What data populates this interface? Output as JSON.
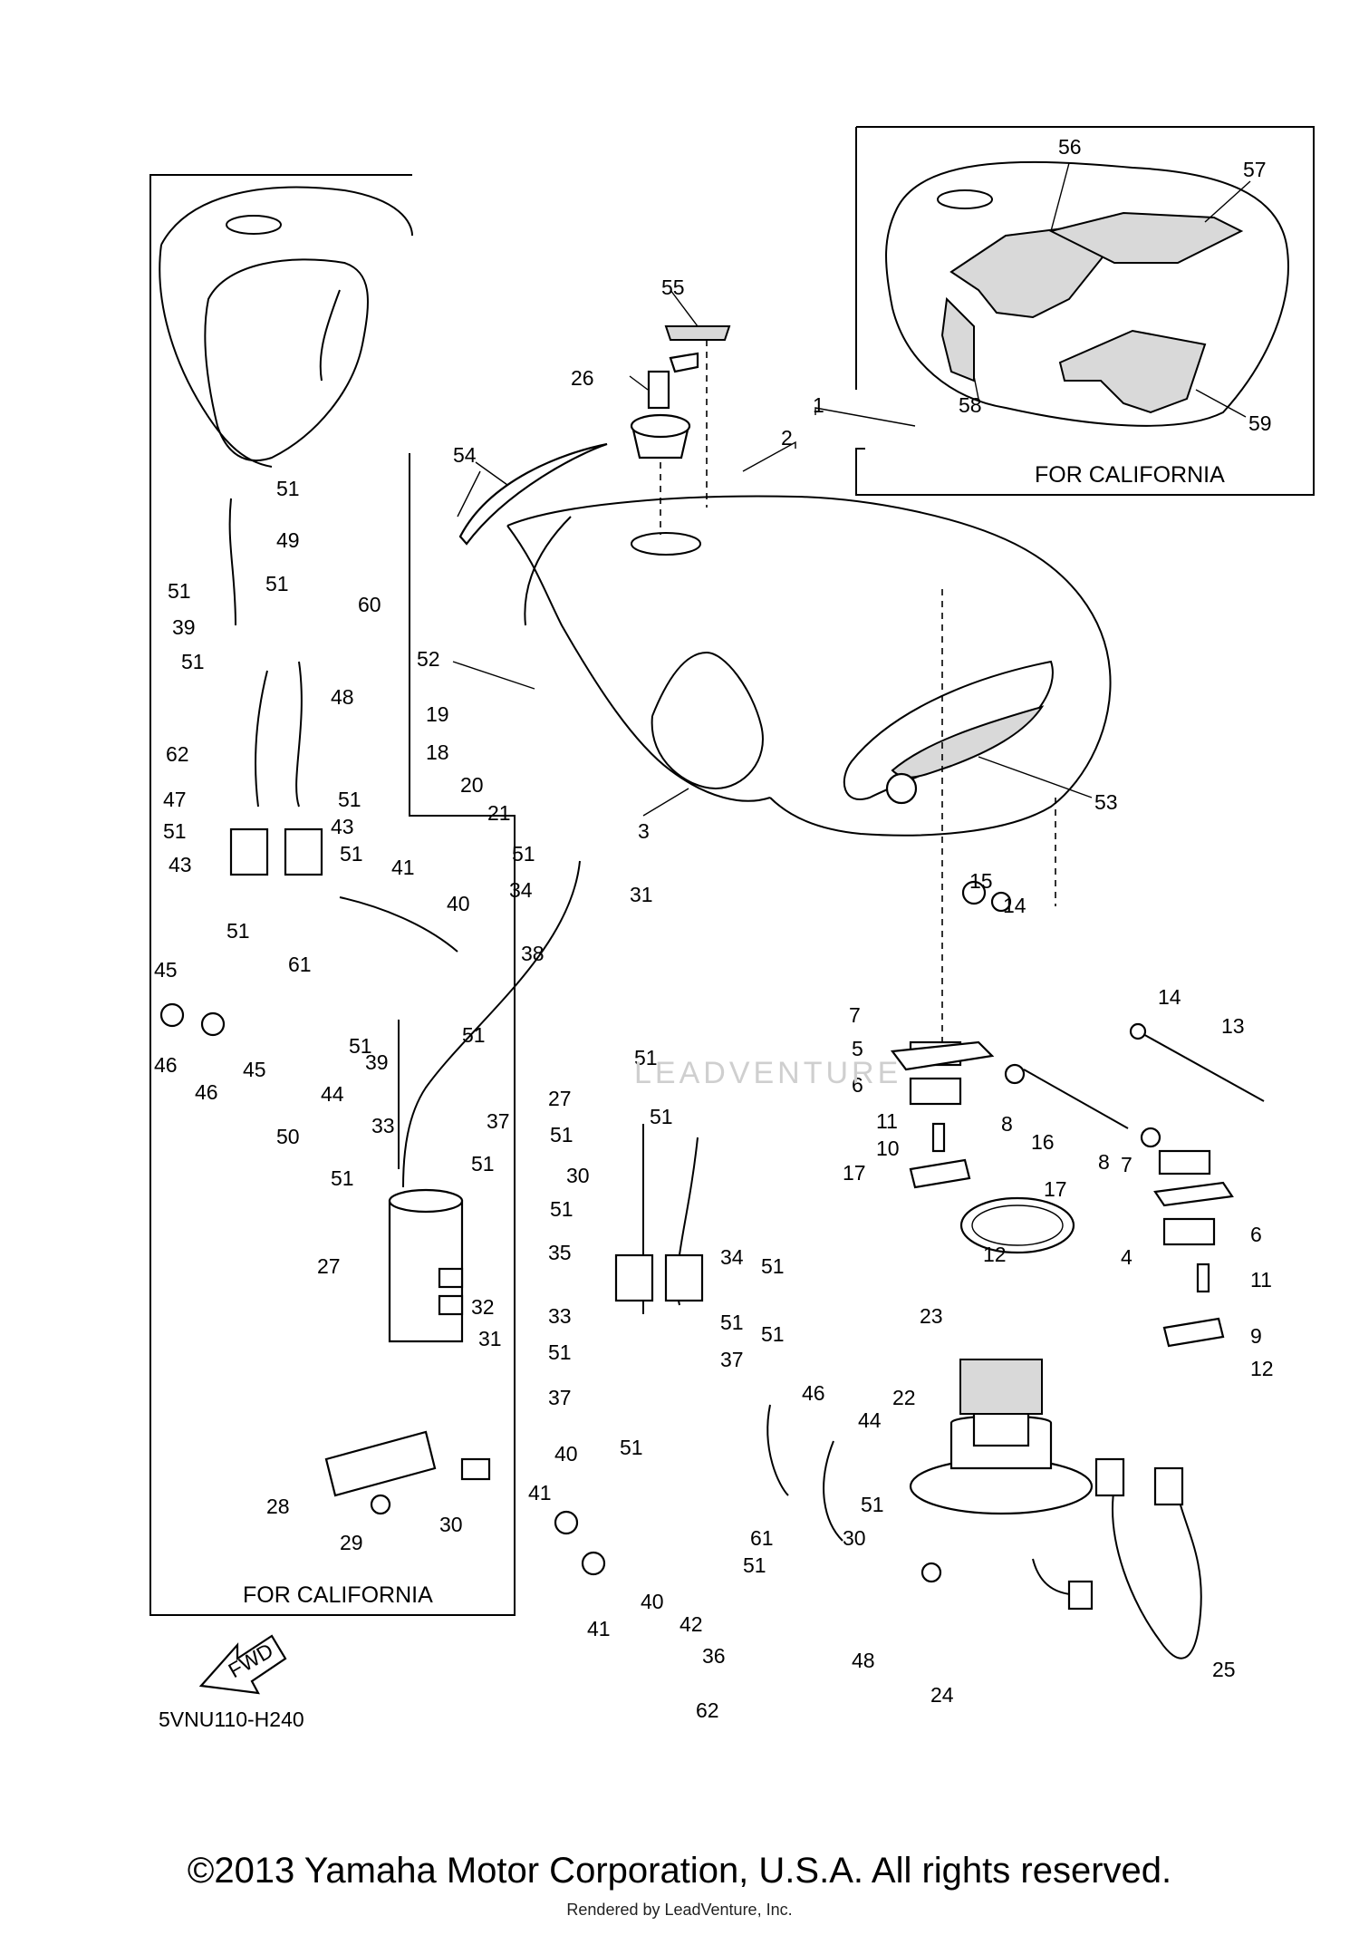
{
  "diagram_code": "5VNU110-H240",
  "california_label": "FOR CALIFORNIA",
  "fwd_label": "FWD",
  "watermark": "LEADVENTURE",
  "copyright": "©2013 Yamaha Motor Corporation, U.S.A. All rights reserved.",
  "rendered_by": "Rendered by LeadVenture, Inc.",
  "callouts": {
    "c1": "1",
    "c2": "2",
    "c3": "3",
    "c4": "4",
    "c5": "5",
    "c6a": "6",
    "c6b": "6",
    "c7a": "7",
    "c7b": "7",
    "c8a": "8",
    "c8b": "8",
    "c9": "9",
    "c10": "10",
    "c11a": "11",
    "c11b": "11",
    "c12a": "12",
    "c12b": "12",
    "c13": "13",
    "c14a": "14",
    "c14b": "14",
    "c15": "15",
    "c16": "16",
    "c17a": "17",
    "c17b": "17",
    "c18": "18",
    "c19": "19",
    "c20": "20",
    "c21": "21",
    "c22": "22",
    "c23": "23",
    "c24": "24",
    "c25": "25",
    "c26": "26",
    "c27a": "27",
    "c27b": "27",
    "c28": "28",
    "c29": "29",
    "c30a": "30",
    "c30b": "30",
    "c30c": "30",
    "c31a": "31",
    "c31b": "31",
    "c32": "32",
    "c33a": "33",
    "c33b": "33",
    "c34a": "34",
    "c34b": "34",
    "c35": "35",
    "c36": "36",
    "c37a": "37",
    "c37b": "37",
    "c37c": "37",
    "c38": "38",
    "c39a": "39",
    "c39b": "39",
    "c40a": "40",
    "c40b": "40",
    "c40c": "40",
    "c41a": "41",
    "c41b": "41",
    "c41c": "41",
    "c42": "42",
    "c43a": "43",
    "c43b": "43",
    "c44a": "44",
    "c44b": "44",
    "c45a": "45",
    "c45b": "45",
    "c46a": "46",
    "c46b": "46",
    "c46c": "46",
    "c47": "47",
    "c48a": "48",
    "c48b": "48",
    "c49": "49",
    "c50": "50",
    "c51a": "51",
    "c51b": "51",
    "c51c": "51",
    "c51d": "51",
    "c51e": "51",
    "c51f": "51",
    "c51g": "51",
    "c51h": "51",
    "c51i": "51",
    "c51j": "51",
    "c51k": "51",
    "c51l": "51",
    "c51m": "51",
    "c51n": "51",
    "c51o": "51",
    "c51p": "51",
    "c51q": "51",
    "c51r": "51",
    "c51s": "51",
    "c51t": "51",
    "c51u": "51",
    "c51v": "51",
    "c51w": "51",
    "c51x": "51",
    "c52": "52",
    "c53": "53",
    "c54": "54",
    "c55": "55",
    "c56": "56",
    "c57": "57",
    "c58": "58",
    "c59": "59",
    "c60": "60",
    "c61a": "61",
    "c61b": "61",
    "c62a": "62",
    "c62b": "62"
  }
}
